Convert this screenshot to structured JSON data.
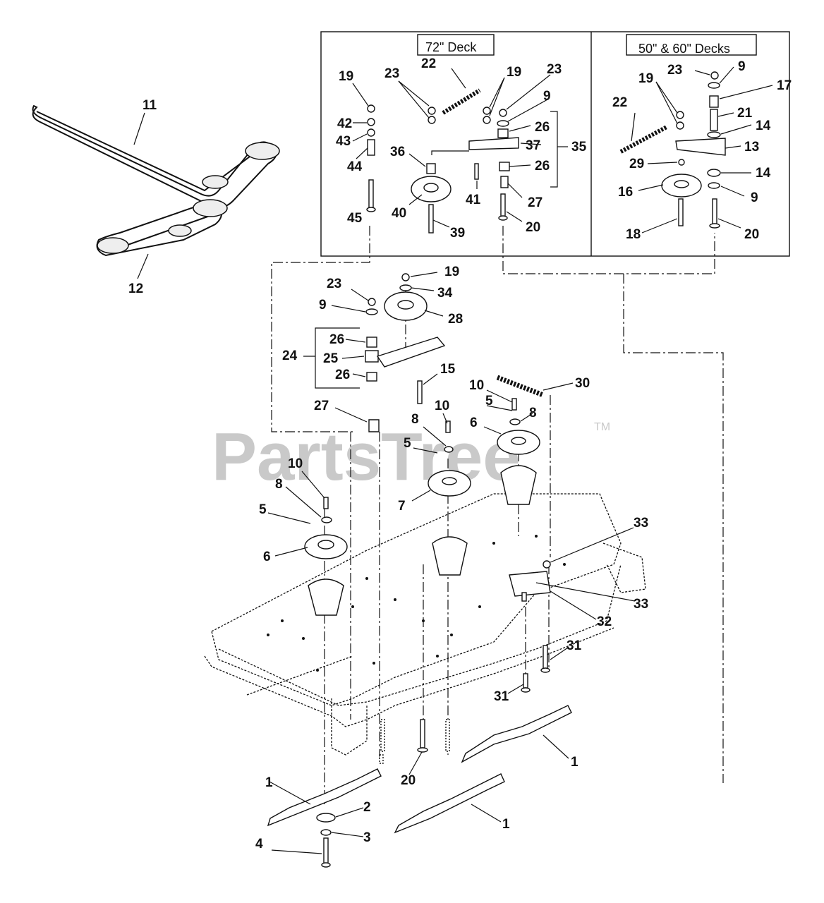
{
  "insets": {
    "left_header": "72\" Deck",
    "right_header": "50\" & 60\" Decks"
  },
  "watermark": {
    "text": "PartsTree",
    "trademark": "TM"
  },
  "callouts": [
    "11",
    "12",
    "19",
    "23",
    "22",
    "19",
    "23",
    "9",
    "26",
    "37",
    "35",
    "36",
    "26",
    "27",
    "41",
    "40",
    "42",
    "43",
    "44",
    "45",
    "39",
    "20",
    "23",
    "9",
    "19",
    "17",
    "22",
    "21",
    "14",
    "13",
    "29",
    "14",
    "16",
    "9",
    "18",
    "20",
    "19",
    "34",
    "23",
    "28",
    "9",
    "26",
    "24",
    "25",
    "26",
    "15",
    "27",
    "30",
    "10",
    "5",
    "8",
    "10",
    "6",
    "8",
    "5",
    "7",
    "10",
    "8",
    "5",
    "6",
    "33",
    "33",
    "32",
    "31",
    "31",
    "20",
    "1",
    "1",
    "2",
    "3",
    "4",
    "1"
  ]
}
